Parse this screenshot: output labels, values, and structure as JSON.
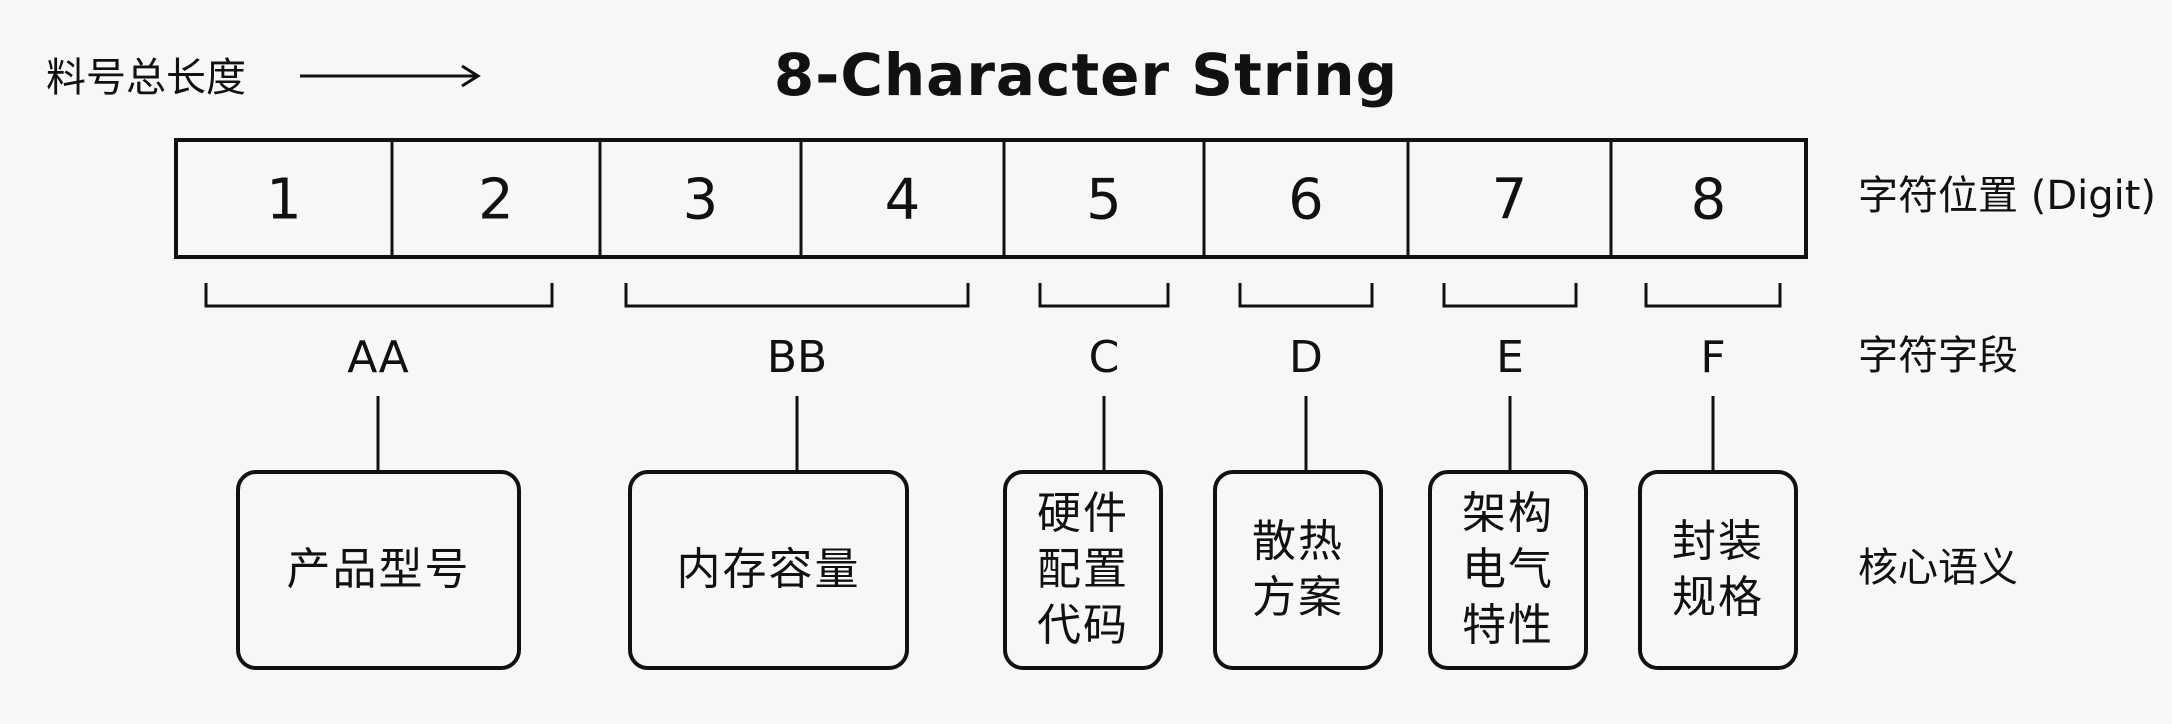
{
  "header": {
    "title": "8-Character String",
    "total_length_label": "料号总长度"
  },
  "row_labels": {
    "digit_position": "字符位置 (Digit)",
    "field": "字符字段",
    "semantic": "核心语义"
  },
  "digits": [
    "1",
    "2",
    "3",
    "4",
    "5",
    "6",
    "7",
    "8"
  ],
  "fields": [
    {
      "code": "AA",
      "digits": [
        1,
        2
      ],
      "meaning": "产品型号"
    },
    {
      "code": "BB",
      "digits": [
        3,
        4
      ],
      "meaning": "内存容量"
    },
    {
      "code": "C",
      "digits": [
        5
      ],
      "meaning": "硬件\n配置\n代码"
    },
    {
      "code": "D",
      "digits": [
        6
      ],
      "meaning": "散热\n方案"
    },
    {
      "code": "E",
      "digits": [
        7
      ],
      "meaning": "架构\n电气\n特性"
    },
    {
      "code": "F",
      "digits": [
        8
      ],
      "meaning": "封装\n规格"
    }
  ],
  "colors": {
    "background": "#f7f7f7",
    "ink": "#111111"
  }
}
